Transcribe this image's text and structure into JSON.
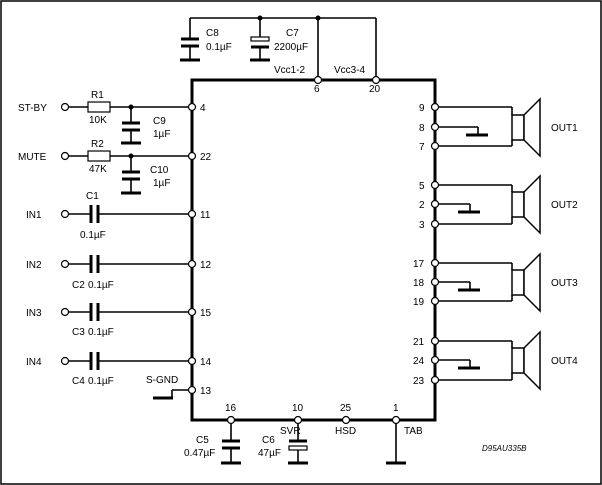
{
  "caps": {
    "c8": {
      "ref": "C8",
      "value": "0.1µF"
    },
    "c7": {
      "ref": "C7",
      "value": "2200µF"
    },
    "c9": {
      "ref": "C9",
      "value": "1µF"
    },
    "c10": {
      "ref": "C10",
      "value": "1µF"
    },
    "c1": {
      "ref": "C1",
      "value": "0.1µF"
    },
    "c2": {
      "ref": "C2",
      "value": "0.1µF"
    },
    "c3": {
      "ref": "C3",
      "value": "0.1µF"
    },
    "c4": {
      "ref": "C4",
      "value": "0.1µF"
    },
    "c5": {
      "ref": "C5",
      "value": "0.47µF"
    },
    "c6": {
      "ref": "C6",
      "value": "47µF"
    }
  },
  "resistors": {
    "r1": {
      "ref": "R1",
      "value": "10K"
    },
    "r2": {
      "ref": "R2",
      "value": "47K"
    }
  },
  "inputs": {
    "stby": "ST-BY",
    "mute": "MUTE",
    "in1": "IN1",
    "in2": "IN2",
    "in3": "IN3",
    "in4": "IN4",
    "sgnd": "S-GND"
  },
  "supply": {
    "vcc12": "Vcc1-2",
    "vcc34": "Vcc3-4"
  },
  "bottom": {
    "svr": "SVR",
    "hsd": "HSD",
    "tab": "TAB"
  },
  "pins": {
    "p4": "4",
    "p22": "22",
    "p11": "11",
    "p12": "12",
    "p15": "15",
    "p14": "14",
    "p13": "13",
    "p6": "6",
    "p20": "20",
    "p9": "9",
    "p8": "8",
    "p7": "7",
    "p5": "5",
    "p2": "2",
    "p3": "3",
    "p17": "17",
    "p18": "18",
    "p19": "19",
    "p21": "21",
    "p24": "24",
    "p23": "23",
    "p16": "16",
    "p10": "10",
    "p25": "25",
    "p1": "1"
  },
  "outputs": {
    "out1": "OUT1",
    "out2": "OUT2",
    "out3": "OUT3",
    "out4": "OUT4"
  },
  "drawing_code": "D95AU335B"
}
